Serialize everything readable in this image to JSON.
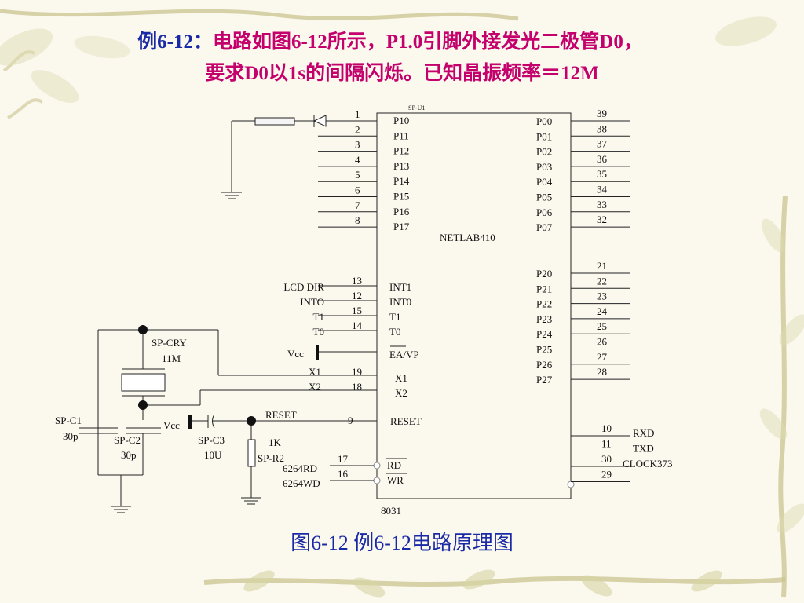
{
  "title": {
    "tag": "例6-12：",
    "line1": "电路如图6-12所示，P1.0引脚外接发光二极管D0，",
    "line2": "要求D0以1s的间隔闪烁。已知晶振频率＝12M"
  },
  "caption": "图6-12   例6-12电路原理图",
  "chip": {
    "ref": "SP-U1",
    "name": "NETLAB410",
    "part": "8031",
    "left_upper": [
      {
        "num": "1",
        "pin": "P10"
      },
      {
        "num": "2",
        "pin": "P11"
      },
      {
        "num": "3",
        "pin": "P12"
      },
      {
        "num": "4",
        "pin": "P13"
      },
      {
        "num": "5",
        "pin": "P14"
      },
      {
        "num": "6",
        "pin": "P15"
      },
      {
        "num": "7",
        "pin": "P16"
      },
      {
        "num": "8",
        "pin": "P17"
      }
    ],
    "right_p0": [
      {
        "num": "39",
        "pin": "P00"
      },
      {
        "num": "38",
        "pin": "P01"
      },
      {
        "num": "37",
        "pin": "P02"
      },
      {
        "num": "36",
        "pin": "P03"
      },
      {
        "num": "35",
        "pin": "P04"
      },
      {
        "num": "34",
        "pin": "P05"
      },
      {
        "num": "33",
        "pin": "P06"
      },
      {
        "num": "32",
        "pin": "P07"
      }
    ],
    "right_p2": [
      {
        "num": "21",
        "pin": "P20"
      },
      {
        "num": "22",
        "pin": "P21"
      },
      {
        "num": "23",
        "pin": "P22"
      },
      {
        "num": "24",
        "pin": "P23"
      },
      {
        "num": "25",
        "pin": "P24"
      },
      {
        "num": "26",
        "pin": "P25"
      },
      {
        "num": "27",
        "pin": "P26"
      },
      {
        "num": "28",
        "pin": "P27"
      }
    ],
    "left_mid": [
      {
        "num": "13",
        "pin": "INT1",
        "net": "LCD DIR"
      },
      {
        "num": "12",
        "pin": "INT0",
        "net": "INTO"
      },
      {
        "num": "15",
        "pin": "T1",
        "net": "T1"
      },
      {
        "num": "14",
        "pin": "T0",
        "net": "T0"
      }
    ],
    "ea_pin": "EA/VP",
    "ea_net": "Vcc",
    "xtal": [
      {
        "num": "19",
        "pin": "X1",
        "net": "X1"
      },
      {
        "num": "18",
        "pin": "X2",
        "net": "X2"
      }
    ],
    "reset": {
      "num": "9",
      "pin": "RESET",
      "net": "RESET"
    },
    "rw": [
      {
        "num": "17",
        "pin": "RD",
        "net": "6264RD"
      },
      {
        "num": "16",
        "pin": "WR",
        "net": "6264WD"
      }
    ],
    "right_low": [
      {
        "num": "10",
        "net": "RXD"
      },
      {
        "num": "11",
        "net": "TXD"
      },
      {
        "num": "30",
        "net": "CLOCK373"
      },
      {
        "num": "29",
        "net": ""
      }
    ]
  },
  "components": {
    "cry_name": "SP-CRY",
    "cry_value": "11M",
    "c1_name": "SP-C1",
    "c1_value": "30p",
    "c2_name": "SP-C2",
    "c2_value": "30p",
    "c3_name": "SP-C3",
    "c3_value": "10U",
    "r2_value": "1K",
    "r2_name": "SP-R2",
    "vcc": "Vcc"
  }
}
